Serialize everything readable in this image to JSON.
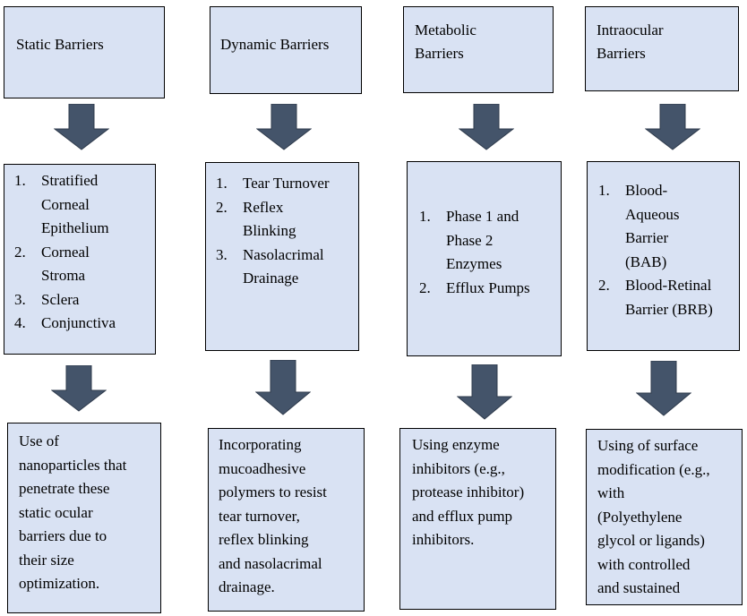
{
  "columns": [
    {
      "heading": [
        "Static Barriers"
      ],
      "items": [
        [
          "Stratified",
          "Corneal",
          "Epithelium"
        ],
        [
          "Corneal",
          "Stroma"
        ],
        [
          "Sclera"
        ],
        [
          "Conjunctiva"
        ]
      ],
      "result": [
        "Use of",
        "nanoparticles that",
        "penetrate these",
        "static ocular",
        "barriers due to",
        "their size",
        "optimization."
      ]
    },
    {
      "heading": [
        "Dynamic Barriers"
      ],
      "items": [
        [
          "Tear Turnover"
        ],
        [
          "Reflex",
          "Blinking"
        ],
        [
          "Nasolacrimal",
          "Drainage"
        ]
      ],
      "result": [
        "Incorporating",
        "mucoadhesive",
        "polymers to resist",
        "tear turnover,",
        "reflex blinking",
        "and nasolacrimal",
        "drainage."
      ]
    },
    {
      "heading": [
        "Metabolic",
        "Barriers"
      ],
      "items": [
        [
          "Phase 1 and",
          "Phase 2",
          "Enzymes"
        ],
        [
          "Efflux Pumps"
        ]
      ],
      "result": [
        "Using enzyme",
        "inhibitors (e.g.,",
        "protease inhibitor)",
        "and efflux pump",
        "inhibitors."
      ]
    },
    {
      "heading": [
        "Intraocular",
        "Barriers"
      ],
      "items": [
        [
          "Blood-",
          "Aqueous",
          "Barrier",
          "(BAB)"
        ],
        [
          "Blood-Retinal",
          "Barrier (BRB)"
        ]
      ],
      "result": [
        "Using of surface",
        "modification (e.g.,",
        "with",
        "(Polyethylene",
        "glycol or ligands)",
        "with controlled",
        "and sustained"
      ]
    }
  ],
  "colors": {
    "box_fill": "#d9e2f3",
    "arrow_fill": "#44546a",
    "border": "#000000"
  }
}
